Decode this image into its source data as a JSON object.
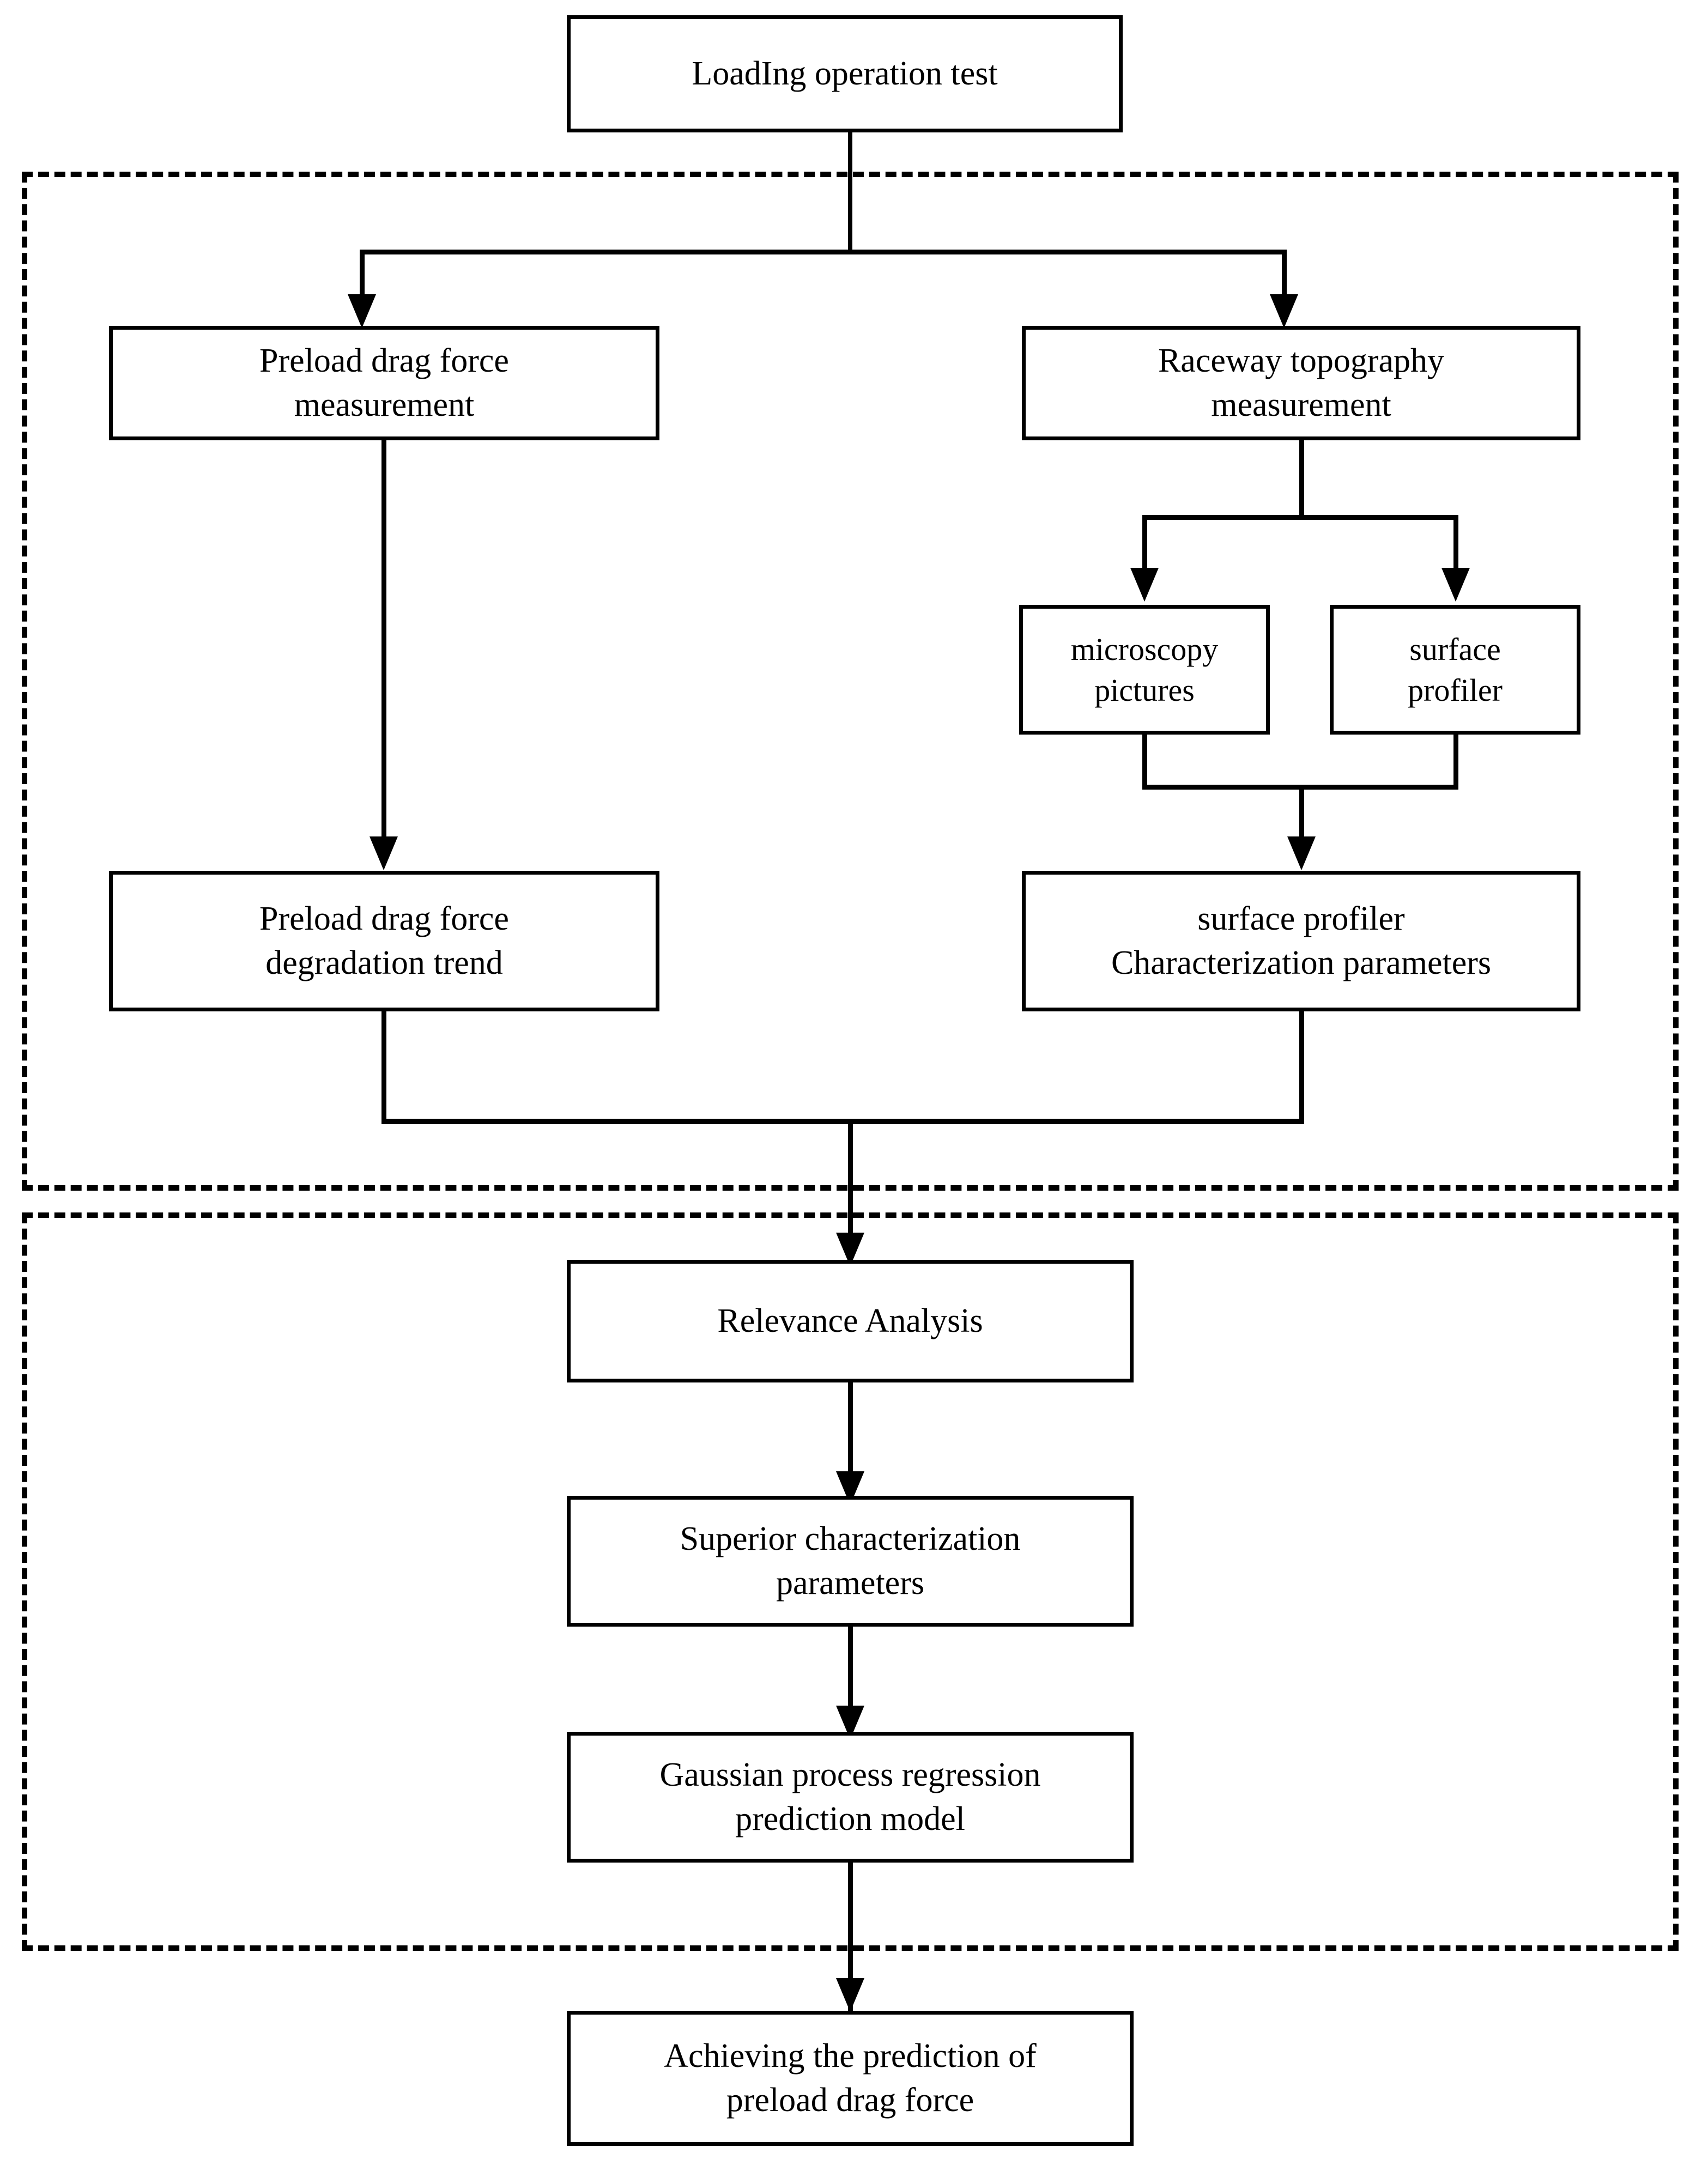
{
  "diagram": {
    "title": "Preload drag force prediction methodology flowchart",
    "type": "flowchart",
    "line_color": "#000000",
    "background_color": "#ffffff",
    "nodes": {
      "loading_operation_test": "LoadIng operation test",
      "preload_drag_force_measurement": "Preload drag force\nmeasurement",
      "raceway_topography_measurement": "Raceway topography\nmeasurement",
      "microscopy_pictures": "microscopy\npictures",
      "surface_profiler": "surface\nprofiler",
      "preload_drag_force_degradation_trend": "Preload drag force\ndegradation trend",
      "surface_profiler_characterization_parameters": "surface profiler\nCharacterization parameters",
      "relevance_analysis": "Relevance Analysis",
      "superior_characterization_parameters": "Superior characterization\nparameters",
      "gaussian_process_regression_prediction_model": "Gaussian process regression\nprediction model",
      "achieving_the_prediction_of_preload_drag_force": "Achieving the prediction of\npreload drag force"
    },
    "groups": {
      "data_acquisition_group": "",
      "modeling_group": ""
    }
  }
}
